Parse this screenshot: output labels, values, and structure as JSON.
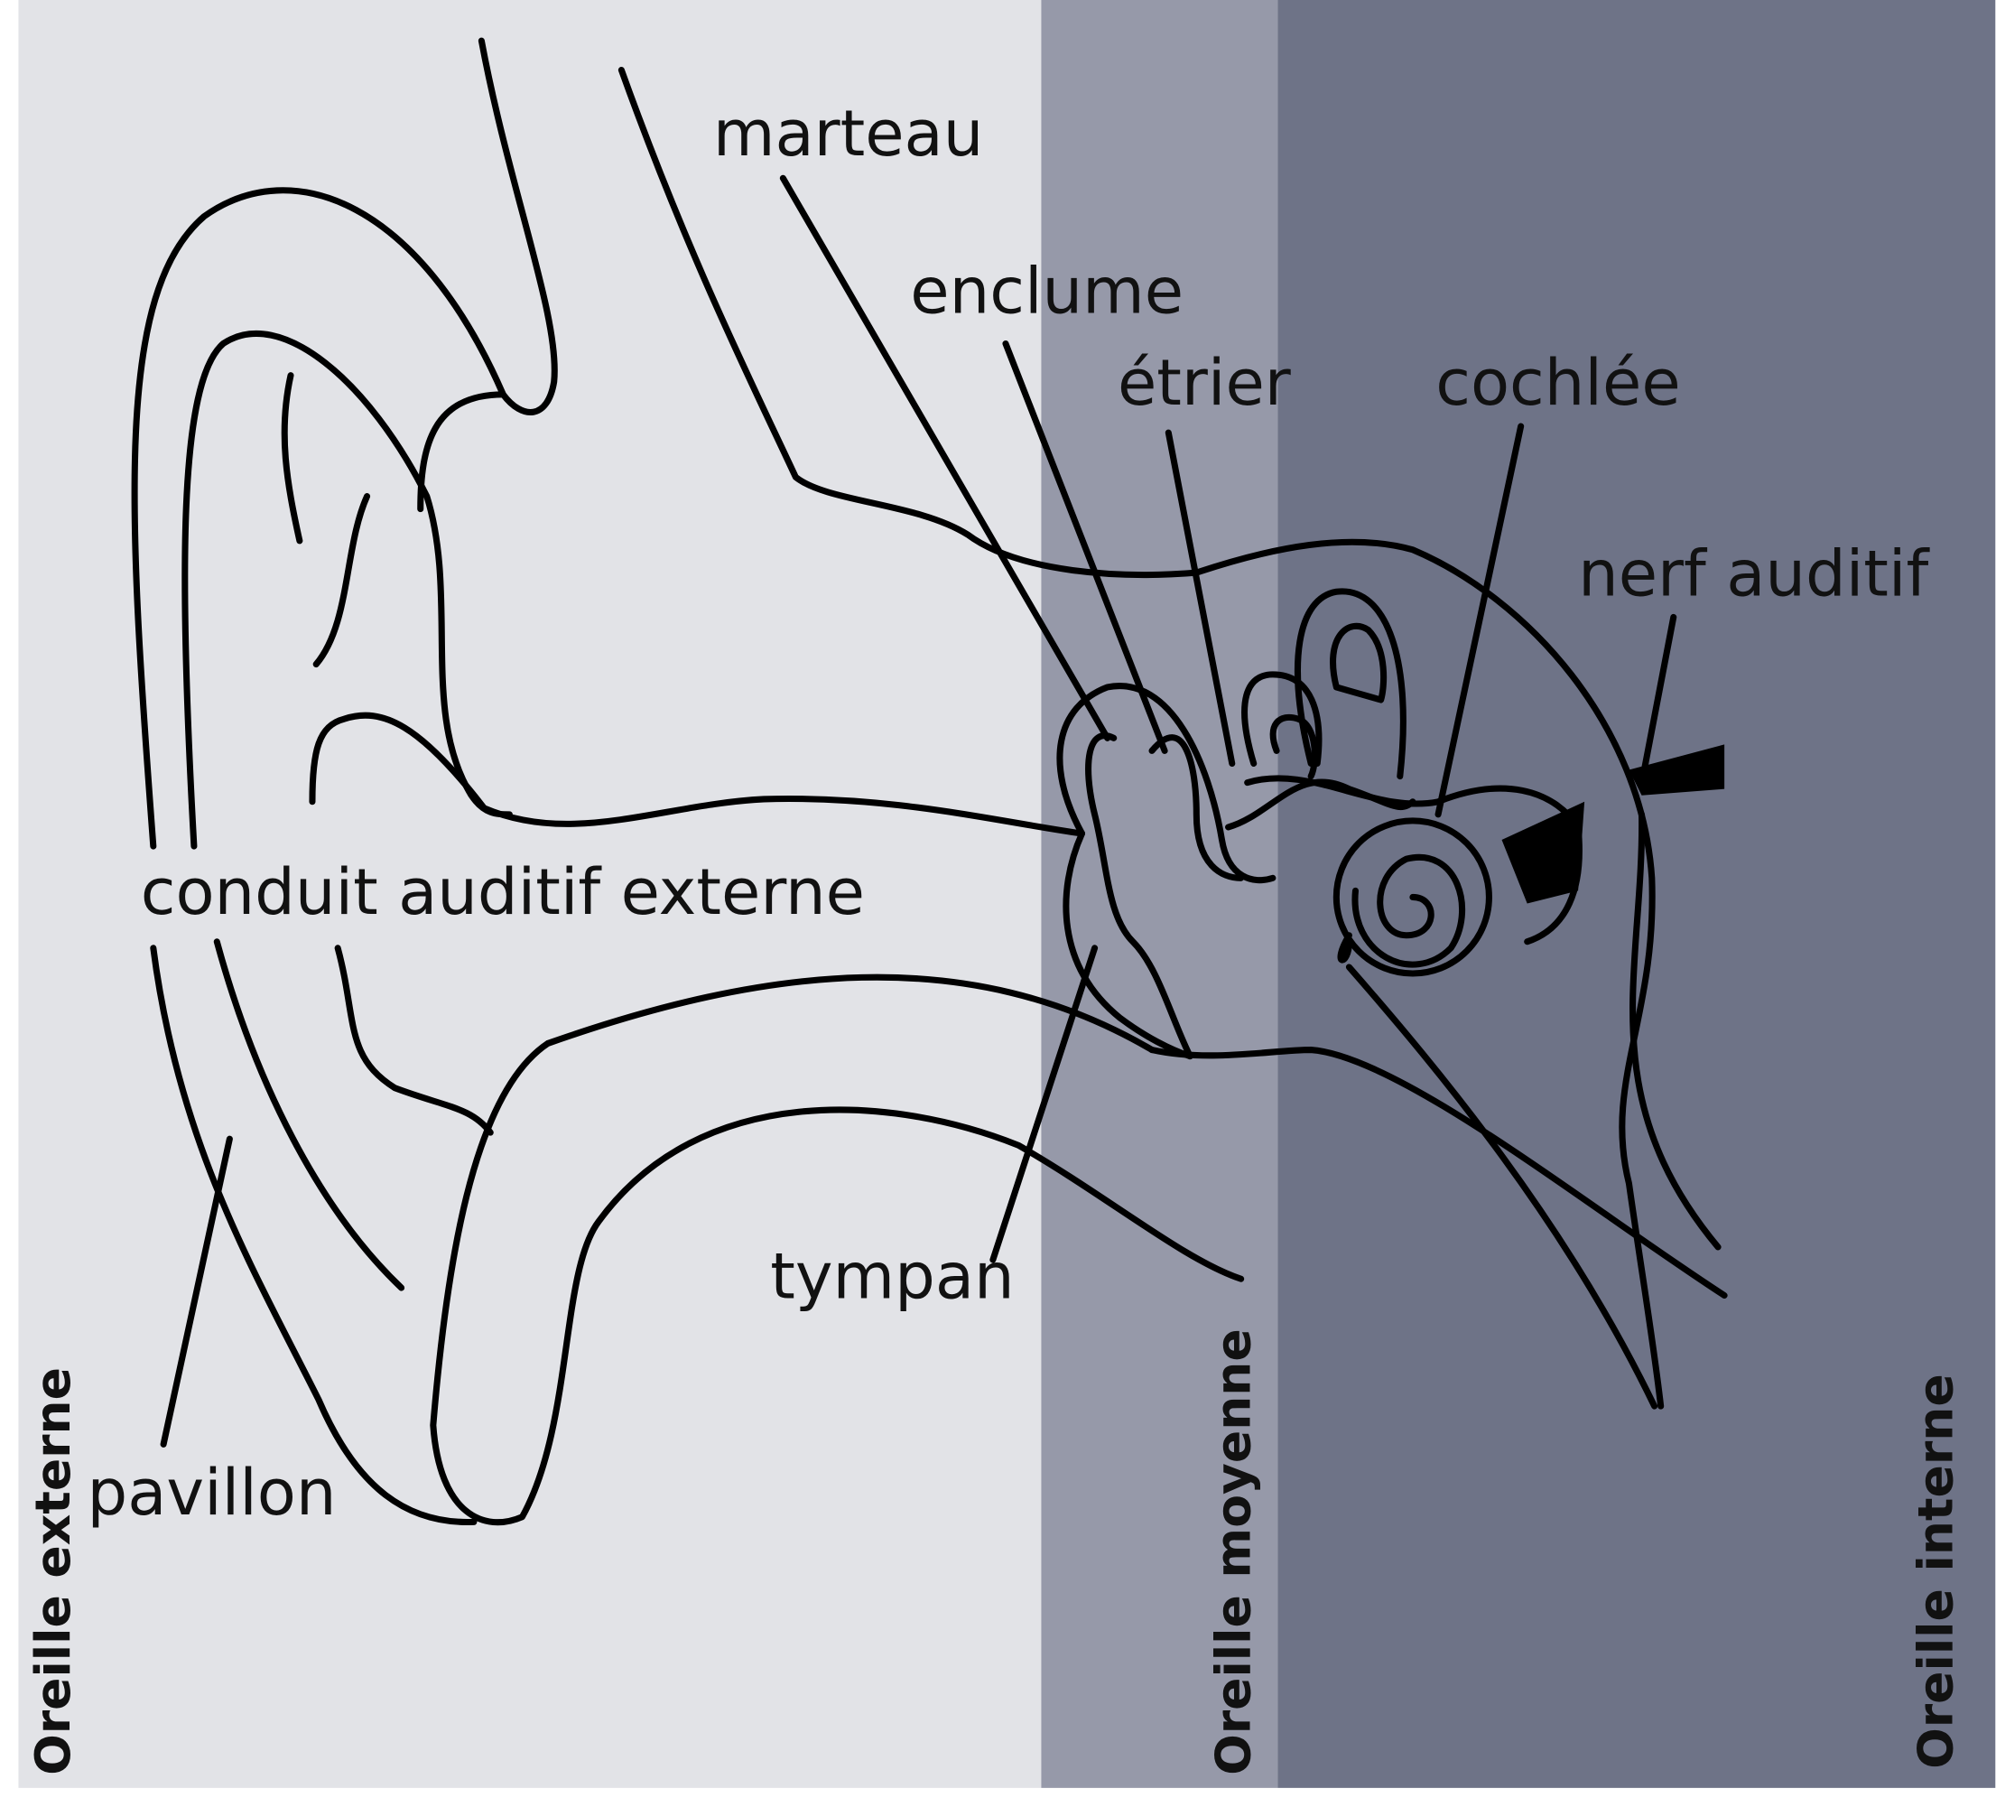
{
  "colors": {
    "outer": "#e2e3e7",
    "middle": "#9699a9",
    "inner": "#6e7387",
    "line": "#000000"
  },
  "zones": {
    "outer": "Oreille externe",
    "middle": "Oreille moyenne",
    "inner": "Oreille interne"
  },
  "labels": {
    "marteau": "marteau",
    "enclume": "enclume",
    "etrier": "étrier",
    "cochlee": "cochlée",
    "nerf": "nerf auditif",
    "conduit": "conduit auditif externe",
    "tympan": "tympan",
    "pavillon": "pavillon"
  }
}
